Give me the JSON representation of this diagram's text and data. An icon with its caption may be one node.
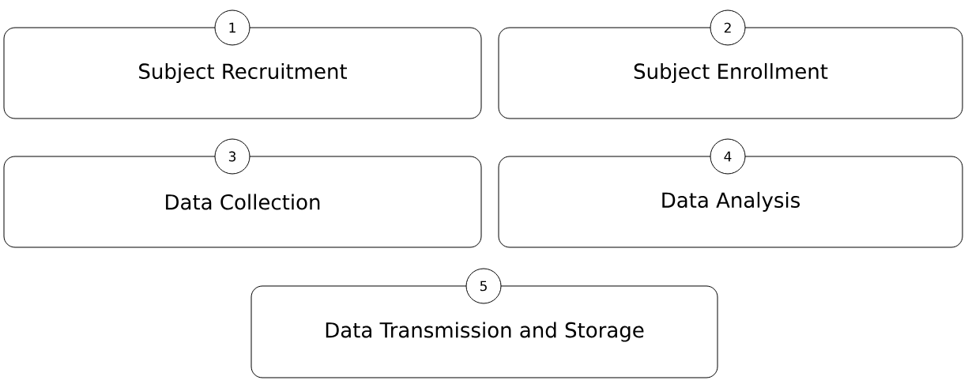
{
  "diagram": {
    "nodes": [
      {
        "text": [
          "1",
          "Subject Recruitment"
        ]
      },
      {
        "text": [
          "2",
          "Subject Enrollment"
        ]
      },
      {
        "text": [
          "3",
          "Data Collection"
        ]
      },
      {
        "text": [
          "4",
          "Data Analysis"
        ]
      },
      {
        "text": [
          "5",
          "Data Transmission and Storage"
        ]
      }
    ]
  }
}
